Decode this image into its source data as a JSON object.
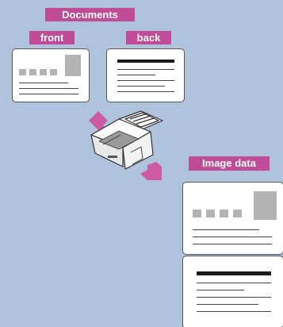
{
  "labels": {
    "documents": "Documents",
    "front": "front",
    "back": "back",
    "image_data": "Image data"
  },
  "colors": {
    "background": "#b0c3dd",
    "label": "#c04b96",
    "arrow": "#cc5aa4",
    "placeholder": "#b3b3b3"
  }
}
